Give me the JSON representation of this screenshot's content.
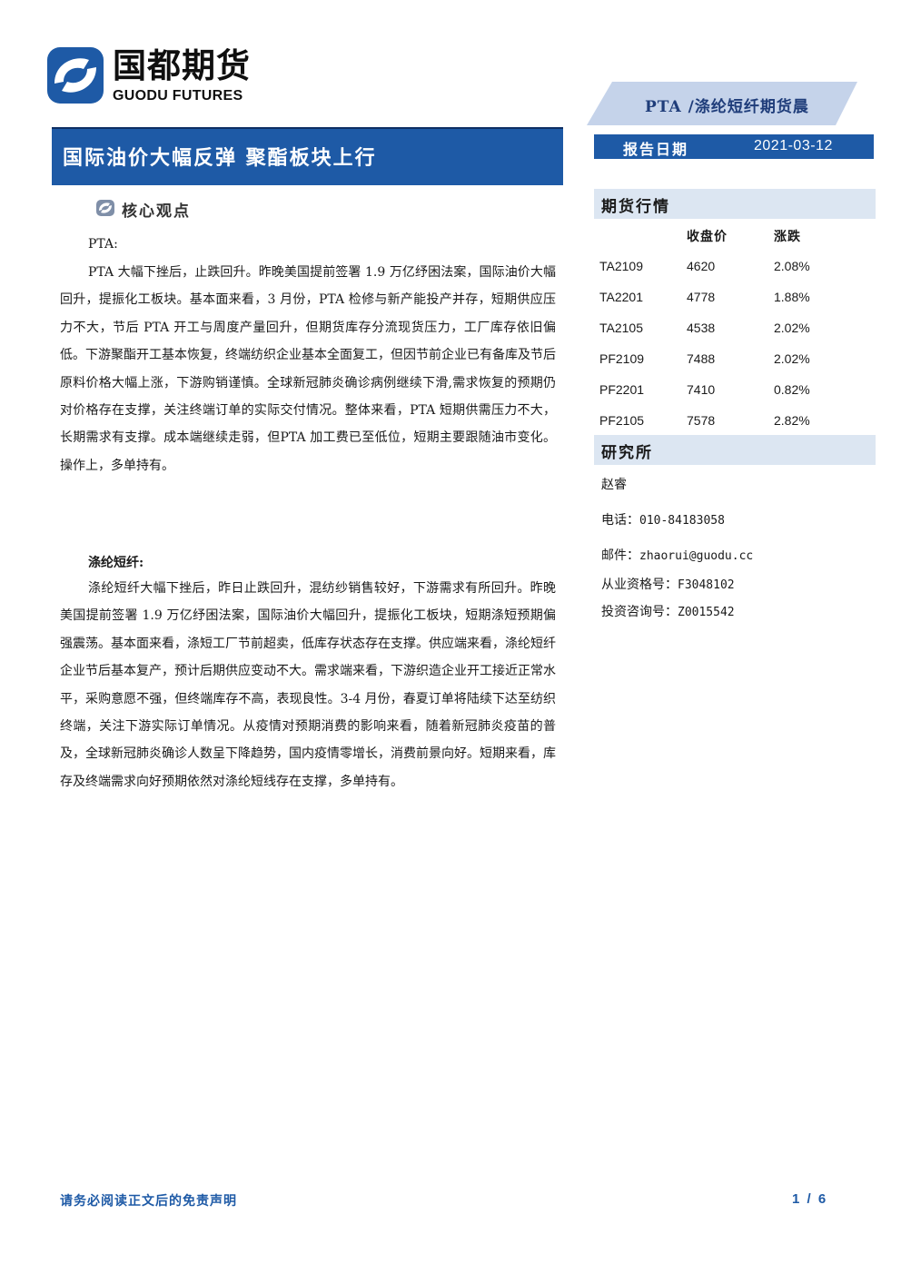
{
  "logo": {
    "name_cn": "国都期货",
    "name_en": "GUODU FUTURES"
  },
  "banner": {
    "text": "PTA /涤纶短纤期货晨"
  },
  "title": "国际油价大幅反弹 聚酯板块上行",
  "report_date": {
    "label": "报告日期",
    "value": "2021-03-12"
  },
  "core": {
    "heading": "核心观点",
    "sections": [
      {
        "title": "PTA:",
        "paragraph": "PTA 大幅下挫后，止跌回升。昨晚美国提前签署 1.9 万亿纾困法案，国际油价大幅回升，提振化工板块。基本面来看，3 月份，PTA 检修与新产能投产并存，短期供应压力不大，节后 PTA 开工与周度产量回升，但期货库存分流现货压力，工厂库存依旧偏低。下游聚酯开工基本恢复，终端纺织企业基本全面复工，但因节前企业已有备库及节后原料价格大幅上涨，下游购销谨慎。全球新冠肺炎确诊病例继续下滑,需求恢复的预期仍对价格存在支撑，关注终端订单的实际交付情况。整体来看，PTA 短期供需压力不大，长期需求有支撑。成本端继续走弱，但PTA 加工费已至低位，短期主要跟随油市变化。操作上，多单持有。"
      },
      {
        "title": "涤纶短纤:",
        "paragraph": "涤纶短纤大幅下挫后，昨日止跌回升，混纺纱销售较好，下游需求有所回升。昨晚美国提前签署 1.9 万亿纾困法案，国际油价大幅回升，提振化工板块，短期涤短预期偏强震荡。基本面来看，涤短工厂节前超卖，低库存状态存在支撑。供应端来看，涤纶短纤企业节后基本复产，预计后期供应变动不大。需求端来看，下游织造企业开工接近正常水平，采购意愿不强，但终端库存不高，表现良性。3-4 月份，春夏订单将陆续下达至纺织终端，关注下游实际订单情况。从疫情对预期消费的影响来看，随着新冠肺炎疫苗的普及，全球新冠肺炎确诊人数呈下降趋势，国内疫情零增长，消费前景向好。短期来看，库存及终端需求向好预期依然对涤纶短线存在支撑，多单持有。"
      }
    ]
  },
  "market": {
    "heading": "期货行情",
    "columns": [
      "收盘价",
      "涨跌"
    ],
    "rows": [
      {
        "contract": "TA2109",
        "close": "4620",
        "change": "2.08%"
      },
      {
        "contract": "TA2201",
        "close": "4778",
        "change": "1.88%"
      },
      {
        "contract": "TA2105",
        "close": "4538",
        "change": "2.02%"
      },
      {
        "contract": "PF2109",
        "close": "7488",
        "change": "2.02%"
      },
      {
        "contract": "PF2201",
        "close": "7410",
        "change": "0.82%"
      },
      {
        "contract": "PF2105",
        "close": "7578",
        "change": "2.82%"
      }
    ]
  },
  "research": {
    "heading": "研究所",
    "analyst": "赵睿",
    "phone_label": "电话：",
    "phone": "010-84183058",
    "email_label": "邮件：",
    "email": "zhaorui@guodu.cc",
    "qualification_label": "从业资格号：",
    "qualification": "F3048102",
    "consulting_label": "投资咨询号：",
    "consulting": "Z0015542"
  },
  "footer": {
    "disclaimer": "请务必阅读正文后的免责声明",
    "page": "1 / 6"
  },
  "colors": {
    "brand_blue": "#1e5aa6",
    "panel_bg": "#dce6f2",
    "banner_bg": "#c5d3ea"
  }
}
